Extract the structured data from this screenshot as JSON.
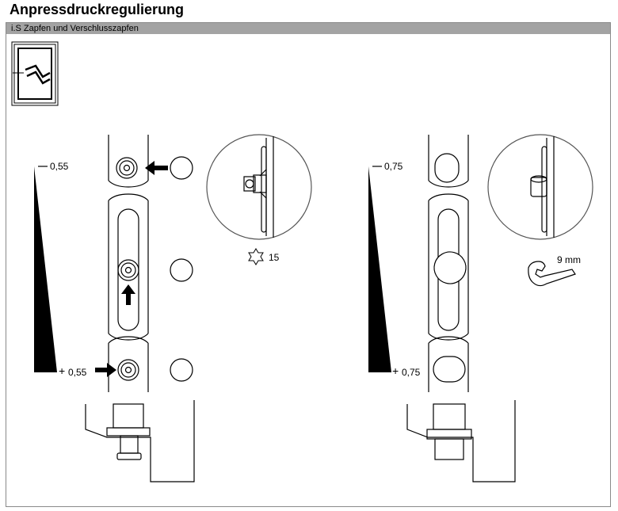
{
  "header": {
    "title": "Anpressdruckregulierung"
  },
  "section": {
    "subtitle": "i.S Zapfen und Verschlusszapfen"
  },
  "left_panel": {
    "top_value": "0,55",
    "bottom_value": "0,55",
    "tool_label": "15",
    "tool_icon": "torx-star-icon"
  },
  "right_panel": {
    "top_value": "0,75",
    "bottom_value": "0,75",
    "tool_label": "9 mm",
    "tool_icon": "wrench-icon"
  },
  "icons": [
    "window-sash-symbol-icon",
    "arrow-right-icon",
    "arrow-up-icon",
    "zoom-circle"
  ]
}
